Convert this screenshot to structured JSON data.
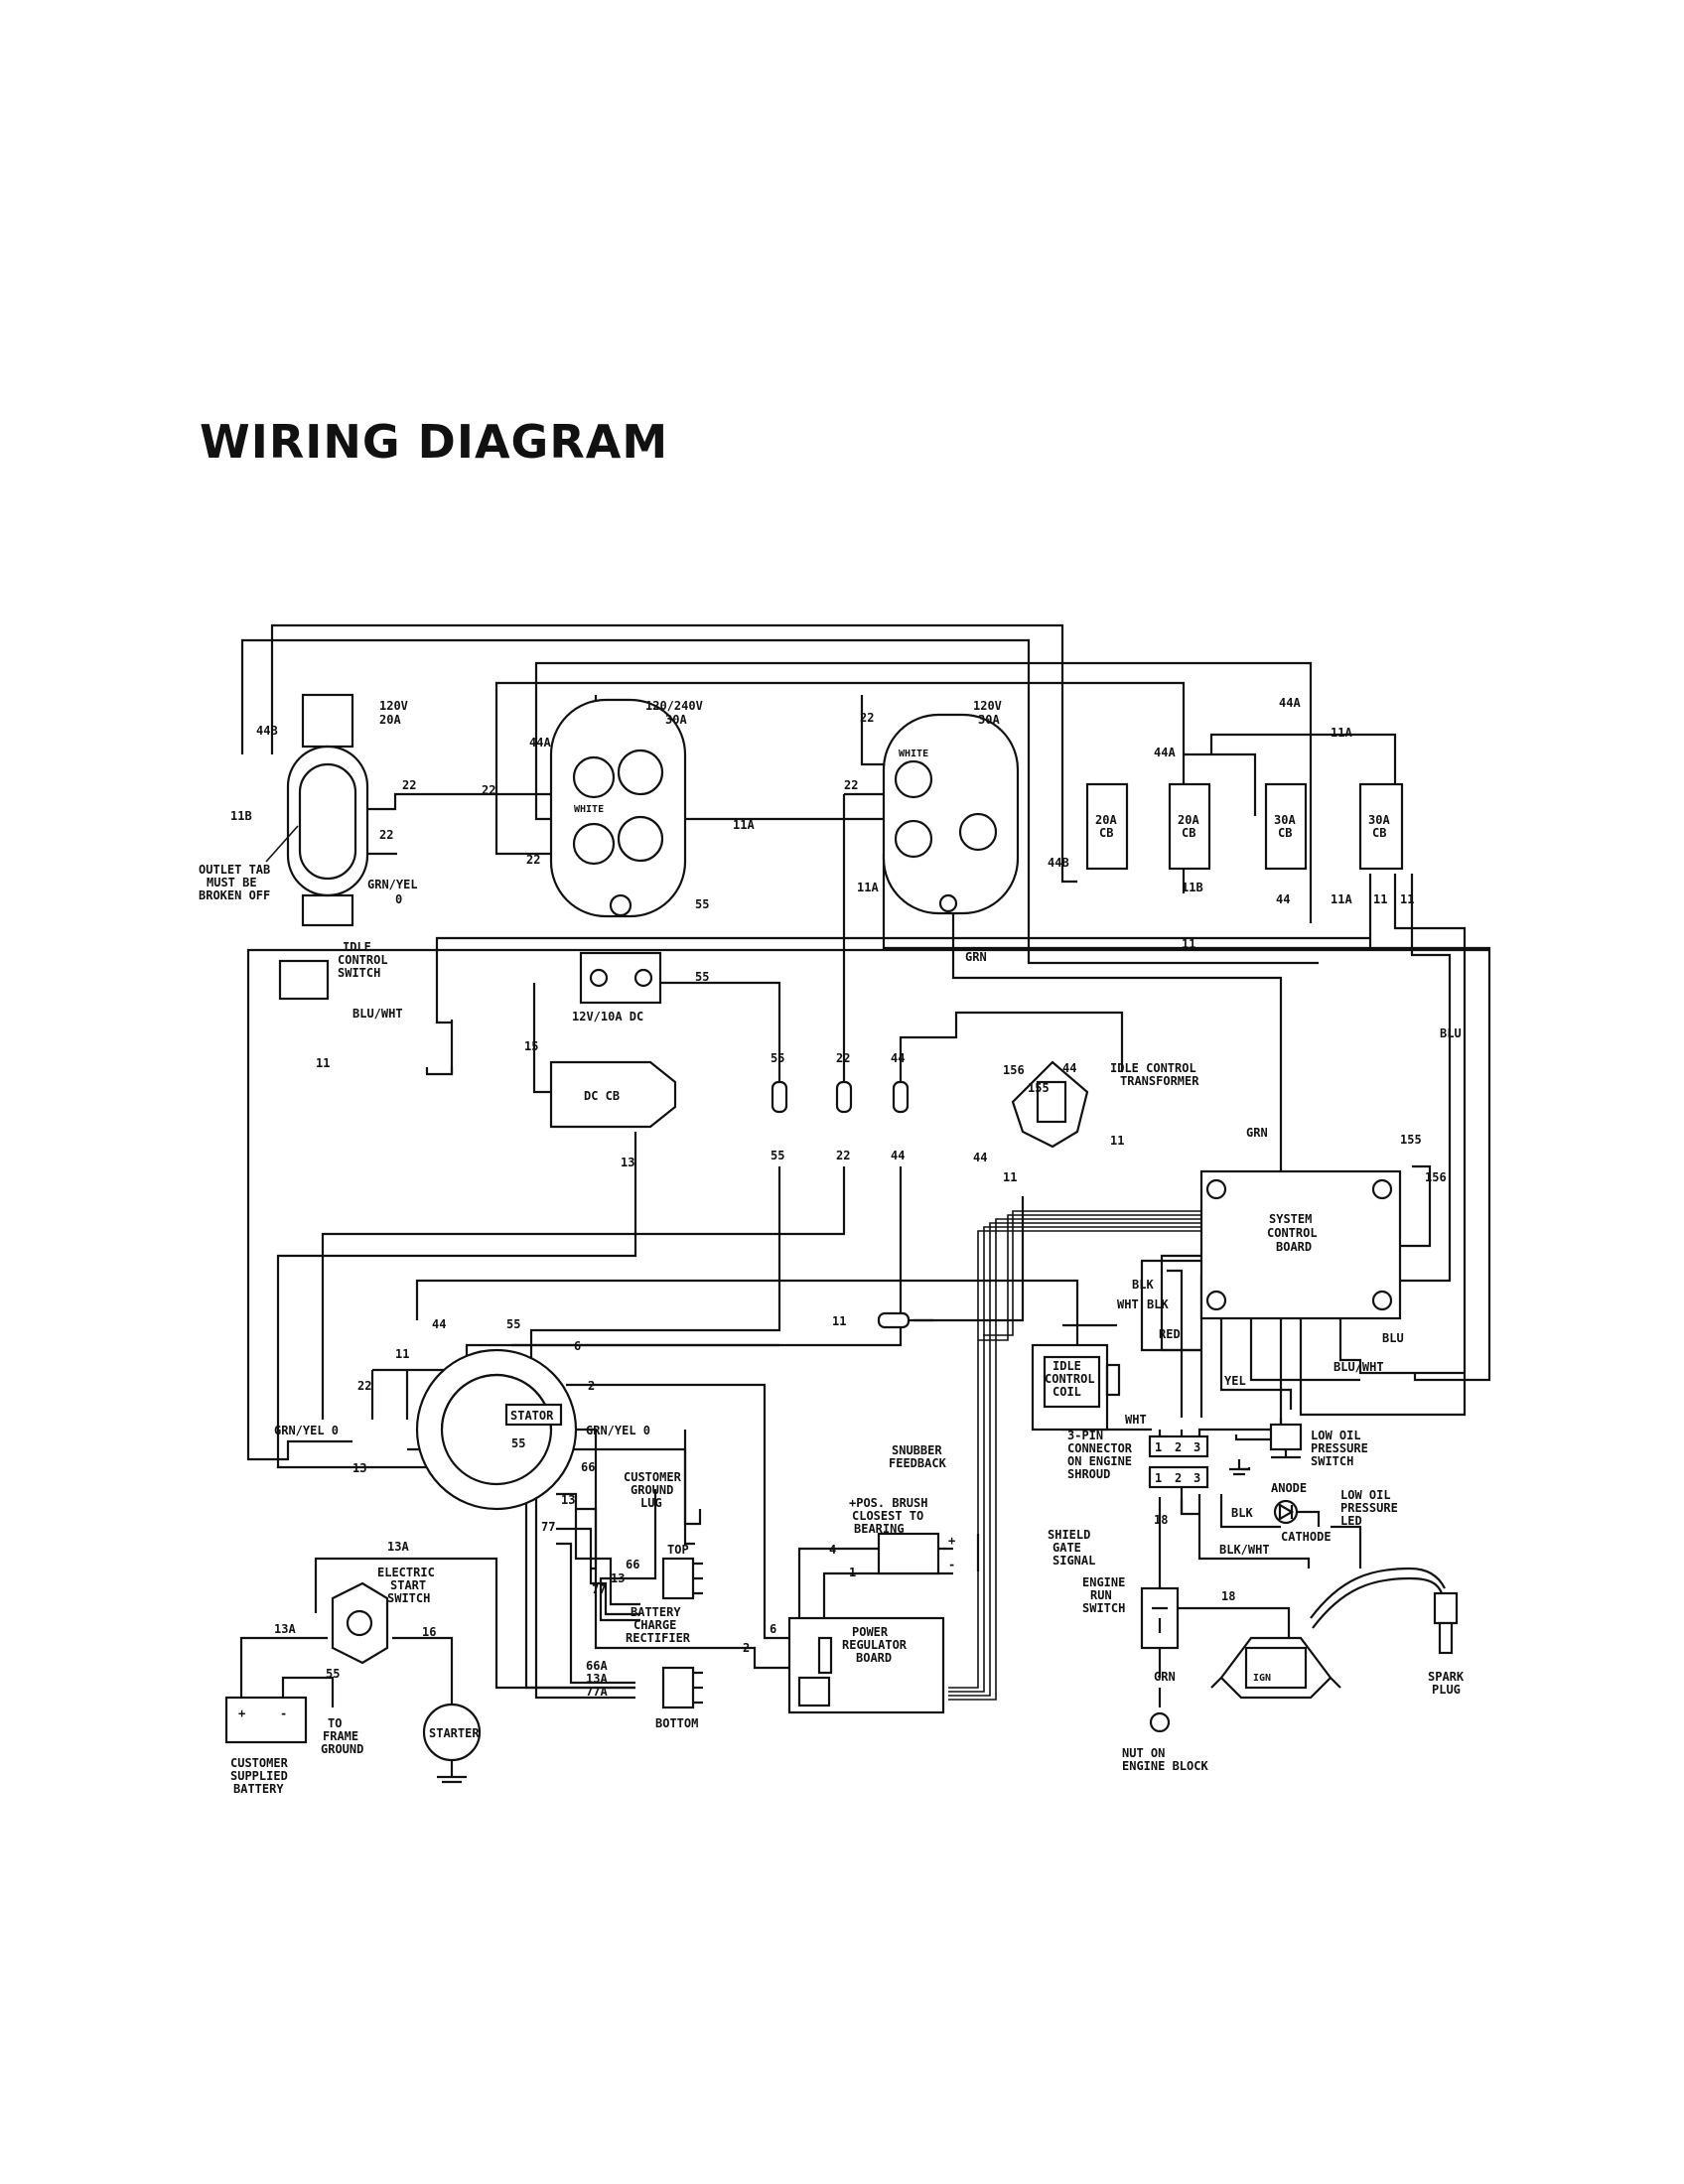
{
  "title": "WIRING DIAGRAM",
  "components": {
    "outlet_120v_20a": "120V\n20A",
    "outlet_120_240v_30a": "120/240V\n30A",
    "outlet_120v_30a": "120V\n30A",
    "cb_20a_1": "20A\nCB",
    "cb_20a_2": "20A\nCB",
    "cb_30a_1": "30A\nCB",
    "cb_30a_2": "30A\nCB",
    "outlet_tab_note": "OUTLET TAB\nMUST BE\nBROKEN OFF",
    "idle_control_switch": "IDLE\nCONTROL\nSWITCH",
    "dc_12v_10a": "12V/10A DC",
    "dc_cb": "DC CB",
    "idle_control_transformer": "IDLE CONTROL\nTRANSFORMER",
    "system_control_board": "SYSTEM\nCONTROL\nBOARD",
    "idle_control_coil": "IDLE\nCONTROL\nCOIL",
    "three_pin_connector": "3-PIN\nCONNECTOR\nON ENGINE\nSHROUD",
    "low_oil_pressure_switch": "LOW OIL\nPRESSURE\nSWITCH",
    "low_oil_pressure_led": "LOW OIL\nPRESSURE\nLED",
    "anode": "ANODE",
    "cathode": "CATHODE",
    "engine_run_switch": "ENGINE\nRUN\nSWITCH",
    "nut_on_engine_block": "NUT ON\nENGINE BLOCK",
    "spark_plug": "SPARK\nPLUG",
    "ign": "IGN",
    "stator": "STATOR",
    "customer_ground_lug": "CUSTOMER\nGROUND\nLUG",
    "battery_charge_rectifier": "BATTERY\nCHARGE\nRECTIFIER",
    "top": "TOP",
    "bottom": "BOTTOM",
    "brush_note": "+POS. BRUSH\nCLOSEST TO\nBEARING",
    "power_regulator_board": "POWER\nREGULATOR\nBOARD",
    "snubber_feedback": "SNUBBER\nFEEDBACK",
    "shield_gate_signal": "SHIELD\nGATE\nSIGNAL",
    "electric_start_switch": "ELECTRIC\nSTART\nSWITCH",
    "starter": "STARTER",
    "customer_supplied_battery": "CUSTOMER\nSUPPLIED\nBATTERY",
    "to_frame_ground": "TO\nFRAME\nGROUND",
    "white": "WHITE",
    "plus": "+",
    "minus": "-"
  },
  "wire_labels": {
    "w44b": "44B",
    "w11b": "11B",
    "w22": "22",
    "w44a": "44A",
    "w11a": "11A",
    "w55": "55",
    "w15": "15",
    "w13": "13",
    "w11": "11",
    "w44": "44",
    "w156": "156",
    "w155": "155",
    "wgrn": "GRN",
    "wblu": "BLU",
    "wbluwht": "BLU/WHT",
    "wgrnyel": "GRN/YEL",
    "wgrnyel0": "GRN/YEL 0",
    "w0": "0",
    "w6": "6",
    "w2": "2",
    "w66": "66",
    "w77": "77",
    "w66a": "66A",
    "w13a": "13A",
    "w77a": "77A",
    "w16": "16",
    "w4": "4",
    "w1": "1",
    "w18": "18",
    "wblk": "BLK",
    "wwht": "WHT",
    "wred": "RED",
    "wyel": "YEL",
    "wblkwht": "BLK/WHT",
    "pin1": "1",
    "pin2": "2",
    "pin3": "3"
  }
}
